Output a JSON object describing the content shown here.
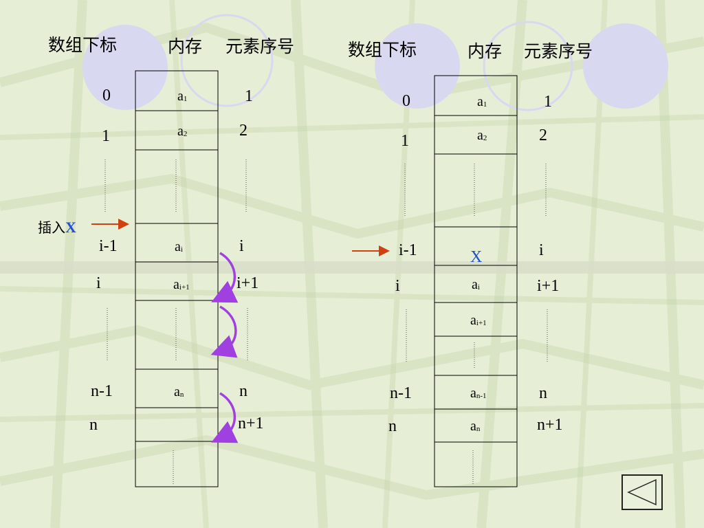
{
  "left": {
    "headers": {
      "index": "数组下标",
      "memory": "内存",
      "order": "元素序号"
    },
    "insert_label": "插入",
    "insert_x": "X",
    "indices": [
      "0",
      "1",
      "i-1",
      "i",
      "n-1",
      "n"
    ],
    "orders": [
      "1",
      "2",
      "i",
      "i+1",
      "n",
      "n+1"
    ],
    "cells": [
      {
        "base": "a",
        "sub": "1"
      },
      {
        "base": "a",
        "sub": "2"
      },
      {
        "base": "a",
        "sub": "i"
      },
      {
        "base": "a",
        "sub": "i+1"
      },
      {
        "base": "a",
        "sub": "n"
      }
    ]
  },
  "right": {
    "headers": {
      "index": "数组下标",
      "memory": "内存",
      "order": "元素序号"
    },
    "insert_x": "X",
    "indices": [
      "0",
      "1",
      "i-1",
      "i",
      "n-1",
      "n"
    ],
    "orders": [
      "1",
      "2",
      "i",
      "i+1",
      "n",
      "n+1"
    ],
    "cells": [
      {
        "base": "a",
        "sub": "1"
      },
      {
        "base": "a",
        "sub": "2"
      },
      {
        "base": "a",
        "sub": "i"
      },
      {
        "base": "a",
        "sub": "i+1"
      },
      {
        "base": "a",
        "sub": "n-1"
      },
      {
        "base": "a",
        "sub": "n"
      }
    ]
  },
  "colors": {
    "background": "#e8f0d8",
    "arrow_purple": "#a040e0",
    "arrow_red": "#d04010",
    "x_blue": "#1f4fd6",
    "circle_lavender": "#d8d8f0"
  },
  "nav": {
    "icon": "triangle-left-icon"
  }
}
